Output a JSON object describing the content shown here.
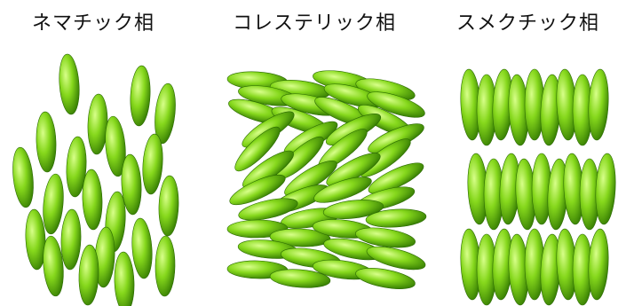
{
  "labels": {
    "nematic": "ネマチック相",
    "cholesteric": "コレステリック相",
    "smectic": "スメクチック相"
  },
  "colors": {
    "molecule_light": "#c8ff6a",
    "molecule_mid": "#7ed321",
    "molecule_dark": "#2f7a00"
  }
}
